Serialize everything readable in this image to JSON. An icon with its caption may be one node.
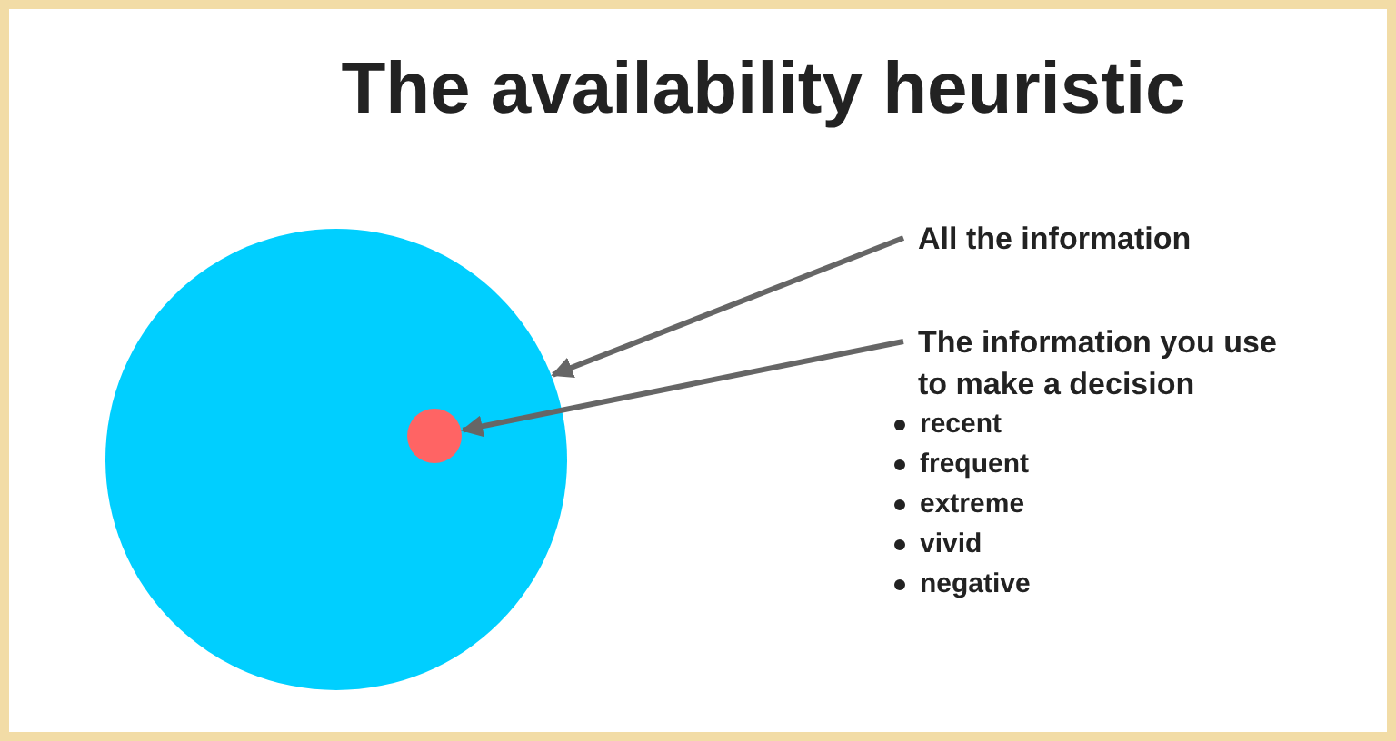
{
  "diagram": {
    "title": "The availability heuristic",
    "nodes": [
      {
        "text": [],
        "shape": "circle"
      },
      {
        "text": [],
        "shape": "circle",
        "in": 0
      },
      {
        "text": [
          "All the information"
        ]
      },
      {
        "text": [
          "The information you use to make a decision",
          "recent",
          "frequent",
          "extreme",
          "vivid",
          "negative"
        ]
      }
    ],
    "edges": [
      {
        "from": 2,
        "to": 0,
        "arrow": "to"
      },
      {
        "from": 3,
        "to": 1,
        "arrow": "to"
      }
    ]
  }
}
